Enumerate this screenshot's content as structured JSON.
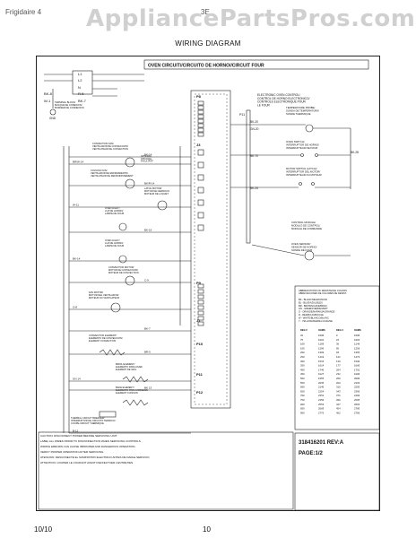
{
  "watermark": "AppliancePartsPros.com",
  "header": {
    "left_fragment": "Frigidaire 4",
    "right_fragment": "3E"
  },
  "title": "WIRING DIAGRAM",
  "circuit_title": "OVEN CIRCUIT//CIRCUITO DE HORNO//CIRCUIT FOUR",
  "electronic_control": [
    "ELECTRONIC OVEN CONTROL/",
    "CONTROL DE HORNO ELECTRONICO/",
    "CONTROLE ELECTRONIQUE POUR",
    "LE FOUR"
  ],
  "terminals_left": [
    "L1",
    "L2",
    "N",
    "BK-8",
    "R-5",
    "W-1",
    "BK-7"
  ],
  "components": {
    "terminal_block": [
      "TERMINAL BLOCK/",
      "BLOQUE DE CONEXION/",
      "BORNIER DE CONNEXION"
    ],
    "anti_tip": "GND",
    "conv_fan": [
      "CONVECTION FAN/",
      "VENTILADOR DE CONVECCION/",
      "VENTILATEUR DE CONVECTION"
    ],
    "cooling_fan": [
      "COOLING FAN/",
      "VENTILADOR DE ENFRIAMIENTO/",
      "VENTILATEUR DE REFROIDISSEMENT"
    ],
    "latch_motor": [
      "LATCH MOTOR/",
      "MOTOR DE CERROJO/",
      "MOTEUR DE LOQUET"
    ],
    "oven_light": [
      "OVEN LIGHT/",
      "LUZ DE HORNO/",
      "LAMPE DE FOUR"
    ],
    "oven_light2": [
      "OVEN LIGHT/",
      "LUZ DE HORNO/",
      "LAMPE DE FOUR"
    ],
    "conv_motor": [
      "CONVECTION MOTOR/",
      "MOTOR DE CONVECCION/",
      "MOTEUR DE CONVECTION"
    ],
    "fan_motor": [
      "FAN MOTOR/",
      "MOTOR DEL VENTILADOR/",
      "MOTEUR DU VENTILATEUR"
    ],
    "conv_element": [
      "CONVECTION ELEMENT/",
      "ELEMENTO DE CONVECCION/",
      "ELEMENT CONVECTION"
    ],
    "broil_element": [
      "BROIL ELEMENT/",
      "ELEMENTO PARA ASAR/",
      "ELEMENT DE GRIL"
    ],
    "bake_element": [
      "BAKE ELEMENT/",
      "ELEMENTO PARA HORNEAR/",
      "ELEMENT CUISSON"
    ],
    "thermal_breaker": [
      "THERMAL CIRCUIT BREAKER/",
      "INTERRUPTOR DE CIRCUITO TERMICO/",
      "COUPE-CIRCUIT THERMIQUE"
    ],
    "temp_probe": [
      "TEMPERATURE PROBE/",
      "SONDA DE TEMPERATURA/",
      "SONDE THERMIQUE"
    ],
    "oven_switch": [
      "OVEN SWITCH/",
      "INTERRUPTOR DE HORNO/",
      "INTERRUPTEUR DE FOUR"
    ],
    "motor_switch": [
      "MOTOR SWITCH (LATCH)/",
      "INTERRUPTOR DEL MOTOR/",
      "INTERRUPTEUR DU MOTEUR"
    ],
    "control_module": [
      "CONTROL MODULE/",
      "MODULO DE CONTROL/",
      "MODULE DE COMMANDE"
    ],
    "oven_sensor": [
      "OVEN SENSOR/",
      "SENSOR DE HORNO/",
      "SONDE DE FOUR"
    ]
  },
  "connectors": [
    "P8",
    "J3",
    "P9",
    "J1",
    "P10",
    "P11",
    "P12"
  ],
  "wire_labels_right": [
    "BK-20",
    "GN-20",
    "BK-70",
    "BK-25",
    "BK-28"
  ],
  "wire_labels_mid": [
    "BK-14",
    "BR/W-14",
    "BK/R-14",
    "W-11",
    "BK-16",
    "BK-14",
    "C-9",
    "O-8",
    "BK-7",
    "B-11",
    "BR-5",
    "GN 14",
    "BK 13"
  ],
  "color_legend": {
    "title": [
      "ABBREVIATIONS OF RESISTANCE COLORS",
      "ABREVIACIONES DE COLORES DE RESIST."
    ],
    "items": [
      "BK - BLACK/NEGRO/NOIR",
      "BL - BLUE/AZUL/BLEU",
      "BR - BROWN/CAFE/BRUN",
      "GN - GREEN/VERDE/VERT",
      "O - ORANGE/NARANJA/ORANGE",
      "R - RED/ROJO/ROUGE",
      "W - WHITE/BLANCO/BLANC",
      "Y - YELLOW/AMARILLO/JAUNE"
    ]
  },
  "resistance_table": {
    "headers": [
      "DEG F",
      "OHMS",
      "DEG C",
      "OHMS"
    ],
    "rows": [
      [
        "32",
        "1000",
        "0",
        "1000"
      ],
      [
        "75",
        "1091",
        "24",
        "1093"
      ],
      [
        "100",
        "1109",
        "38",
        "1148"
      ],
      [
        "150",
        "1200",
        "66",
        "1258"
      ],
      [
        "200",
        "1309",
        "93",
        "1365"
      ],
      [
        "250",
        "1418",
        "121",
        "1473"
      ],
      [
        "300",
        "1516",
        "149",
        "1580"
      ],
      [
        "350",
        "1614",
        "177",
        "1686"
      ],
      [
        "400",
        "1740",
        "204",
        "1791"
      ],
      [
        "450",
        "1827",
        "232",
        "1896"
      ],
      [
        "500",
        "1955",
        "260",
        "2000"
      ],
      [
        "550",
        "2035",
        "288",
        "2103"
      ],
      [
        "600",
        "2140",
        "316",
        "2205"
      ],
      [
        "650",
        "2254",
        "343",
        "2306"
      ],
      [
        "700",
        "2351",
        "371",
        "2406"
      ],
      [
        "750",
        "2456",
        "399",
        "2505"
      ],
      [
        "800",
        "2553",
        "427",
        "2603"
      ],
      [
        "850",
        "2669",
        "454",
        "2700"
      ],
      [
        "900",
        "2775",
        "482",
        "2796"
      ]
    ]
  },
  "caution": [
    "CAUTION: DISCONNECT POWER BEFORE SERVICING UNIT.",
    "LABEL ALL WIRES PRIOR TO DISCONNECTION WHEN SERVICING CONTROLS.",
    "WIRING ERRORS CAN CAUSE IMPROPER AND DANGEROUS OPERATION.",
    "VERIFY PROPER OPERATION AFTER SERVICING.",
    "ATENCION: DESCONECTE EL SUMINISTRO ELECTRICO ANTES DE DARLE SERVICIO.",
    "ATTENTION: COUPER LE COURANT AVANT D'EFFECTUER L'ENTRETIEN."
  ],
  "part_number": "318416201 REV:A",
  "page_label": "PAGE:1/2",
  "footer": {
    "date": "10/10",
    "page": "10"
  }
}
